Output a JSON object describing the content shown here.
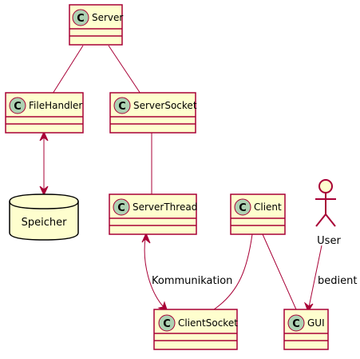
{
  "classes": {
    "server": "Server",
    "filehandler": "FileHandler",
    "serversocket": "ServerSocket",
    "serverthread": "ServerThread",
    "client": "Client",
    "clientsocket": "ClientSocket",
    "gui": "GUI"
  },
  "class_badge_letter": "C",
  "database": {
    "label": "Speicher"
  },
  "actor": {
    "label": "User"
  },
  "edge_labels": {
    "kommunikation": "Kommunikation",
    "bedient": "bedient"
  },
  "colors": {
    "class_fill": "#FEFECE",
    "class_border": "#A80036",
    "badge_fill": "#ADD1B2",
    "edge": "#A80036"
  }
}
